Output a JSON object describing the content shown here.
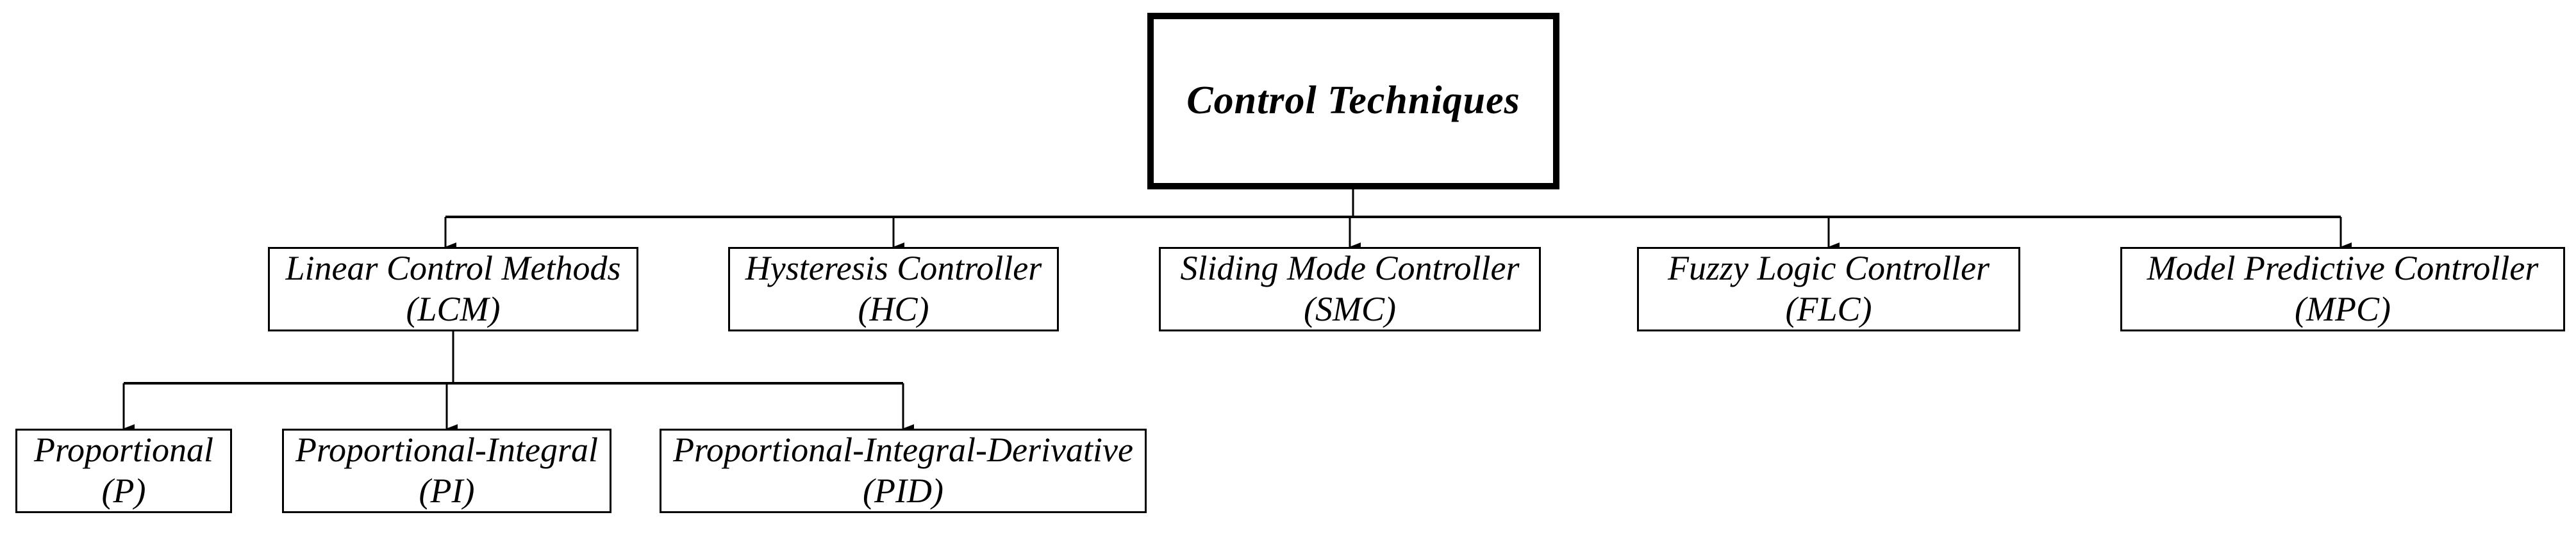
{
  "diagram": {
    "title": "Control Techniques",
    "type": "hierarchy-tree",
    "orientation": "top-down",
    "background_color": "#ffffff",
    "line_color": "#000000",
    "box_border_color": "#000000",
    "root": {
      "label": "Control  Techniques",
      "line1": "Control  Techniques",
      "line2": ""
    },
    "level1": [
      {
        "id": "lcm",
        "line1": "Linear Control Methods",
        "line2": "(LCM)",
        "abbr": "LCM"
      },
      {
        "id": "hc",
        "line1": "Hysteresis Controller",
        "line2": "(HC)",
        "abbr": "HC"
      },
      {
        "id": "smc",
        "line1": "Sliding Mode Controller",
        "line2": "(SMC)",
        "abbr": "SMC"
      },
      {
        "id": "flc",
        "line1": "Fuzzy Logic Controller",
        "line2": "(FLC)",
        "abbr": "FLC"
      },
      {
        "id": "mpc",
        "line1": "Model Predictive Controller",
        "line2": "(MPC)",
        "abbr": "MPC"
      }
    ],
    "level2": [
      {
        "id": "p",
        "line1": "Proportional",
        "line2": "(P)",
        "abbr": "P"
      },
      {
        "id": "pi",
        "line1": "Proportional-Integral",
        "line2": "(PI)",
        "abbr": "PI"
      },
      {
        "id": "pid",
        "line1": "Proportional-Integral-Derivative",
        "line2": "(PID)",
        "abbr": "PID"
      }
    ]
  }
}
